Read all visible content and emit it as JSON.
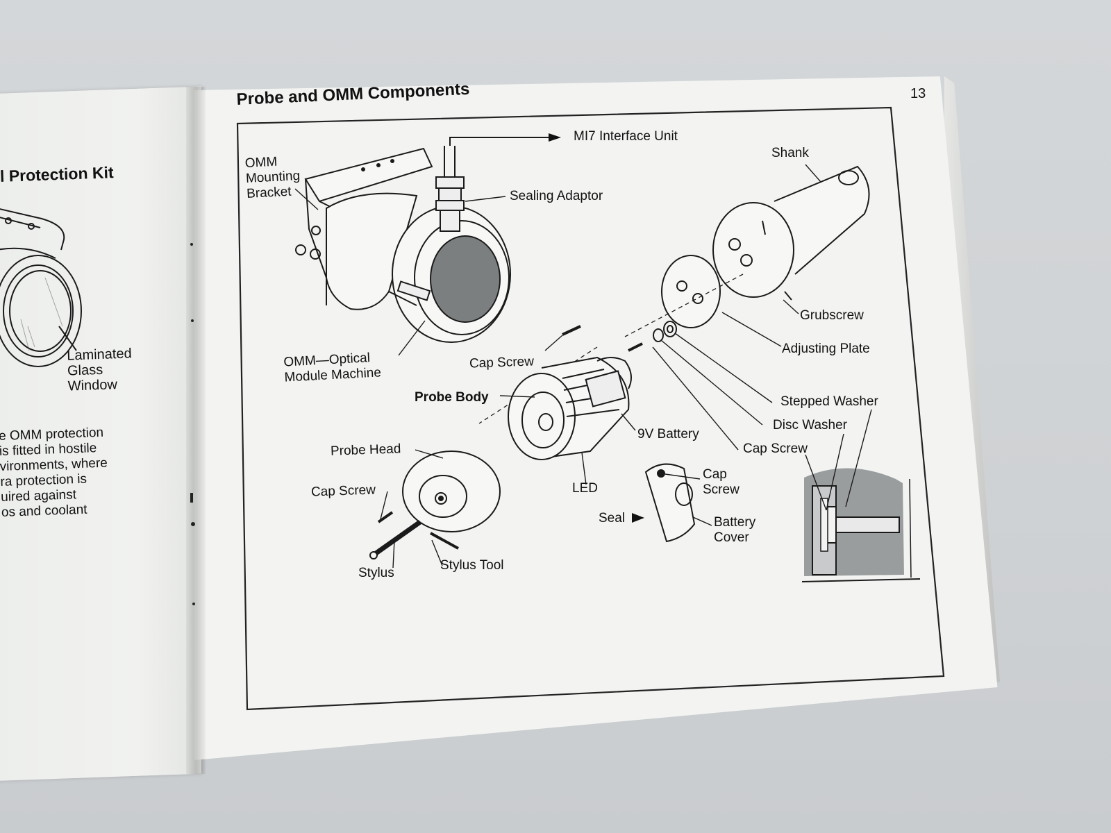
{
  "left_page": {
    "title_fragment": "l Protection Kit",
    "glass_label": [
      "Laminated",
      "Glass",
      "Window"
    ],
    "paragraph_lines": [
      "e OMM protection",
      "is fitted in hostile",
      "vironments, where",
      "ra protection is",
      "uired against",
      "os and coolant"
    ]
  },
  "right_page": {
    "title": "Probe and OMM Components",
    "page_number": "13",
    "labels": {
      "omm_bracket": [
        "OMM",
        "Mounting",
        "Bracket"
      ],
      "interface_unit": "MI7 Interface Unit",
      "sealing_adaptor": "Sealing Adaptor",
      "shank": "Shank",
      "grubscrew": "Grubscrew",
      "adjusting_plate": "Adjusting Plate",
      "omm_optical": [
        "OMM—Optical",
        "Module Machine"
      ],
      "cap_screw_top": "Cap Screw",
      "probe_body": "Probe Body",
      "stepped_washer": "Stepped Washer",
      "disc_washer": "Disc Washer",
      "battery_9v": "9V Battery",
      "cap_screw_right": "Cap Screw",
      "probe_head": "Probe Head",
      "led": "LED",
      "cap_screw_cover": [
        "Cap",
        "Screw"
      ],
      "cap_screw_left": "Cap Screw",
      "seal": "Seal",
      "battery_cover": [
        "Battery",
        "Cover"
      ],
      "stylus": "Stylus",
      "stylus_tool": "Stylus Tool"
    }
  }
}
